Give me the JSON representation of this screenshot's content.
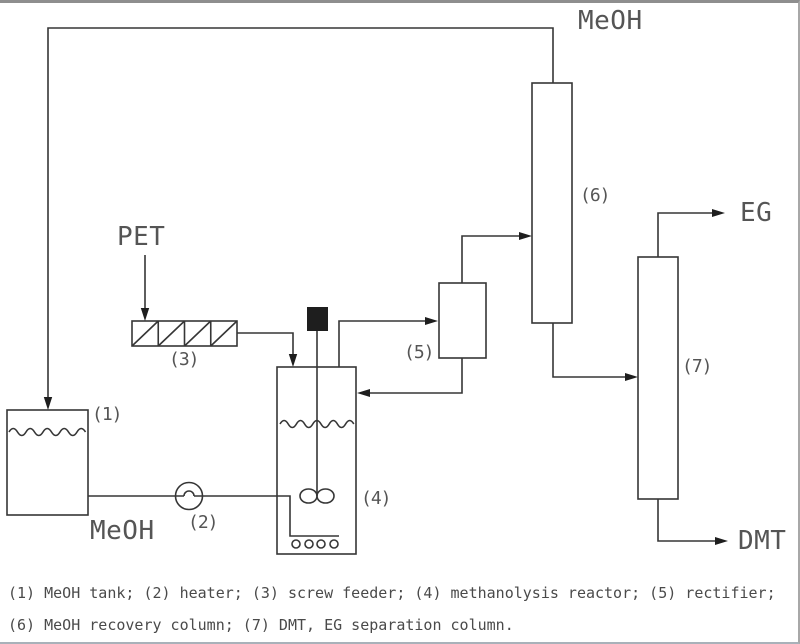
{
  "figure": {
    "streams": {
      "meoh_top": "MeOH",
      "pet": "PET",
      "meoh_tank": "MeOH",
      "eg": "EG",
      "dmt": "DMT"
    },
    "equipment": {
      "tank": "(1)",
      "heater": "(2)",
      "screw_feeder": "(3)",
      "reactor": "(4)",
      "rectifier": "(5)",
      "meoh_recovery_column": "(6)",
      "separation_column": "(7)"
    },
    "caption": {
      "line1": "(1) MeOH tank; (2) heater; (3) screw feeder; (4) methanolysis reactor; (5) rectifier;",
      "line2": "(6) MeOH recovery column; (7) DMT, EG separation column."
    },
    "colors": {
      "line": "#363636",
      "text": "#555555",
      "motor_fill": "#1e1e1e",
      "background": "#ffffff",
      "border": "#8e8e8e"
    }
  }
}
